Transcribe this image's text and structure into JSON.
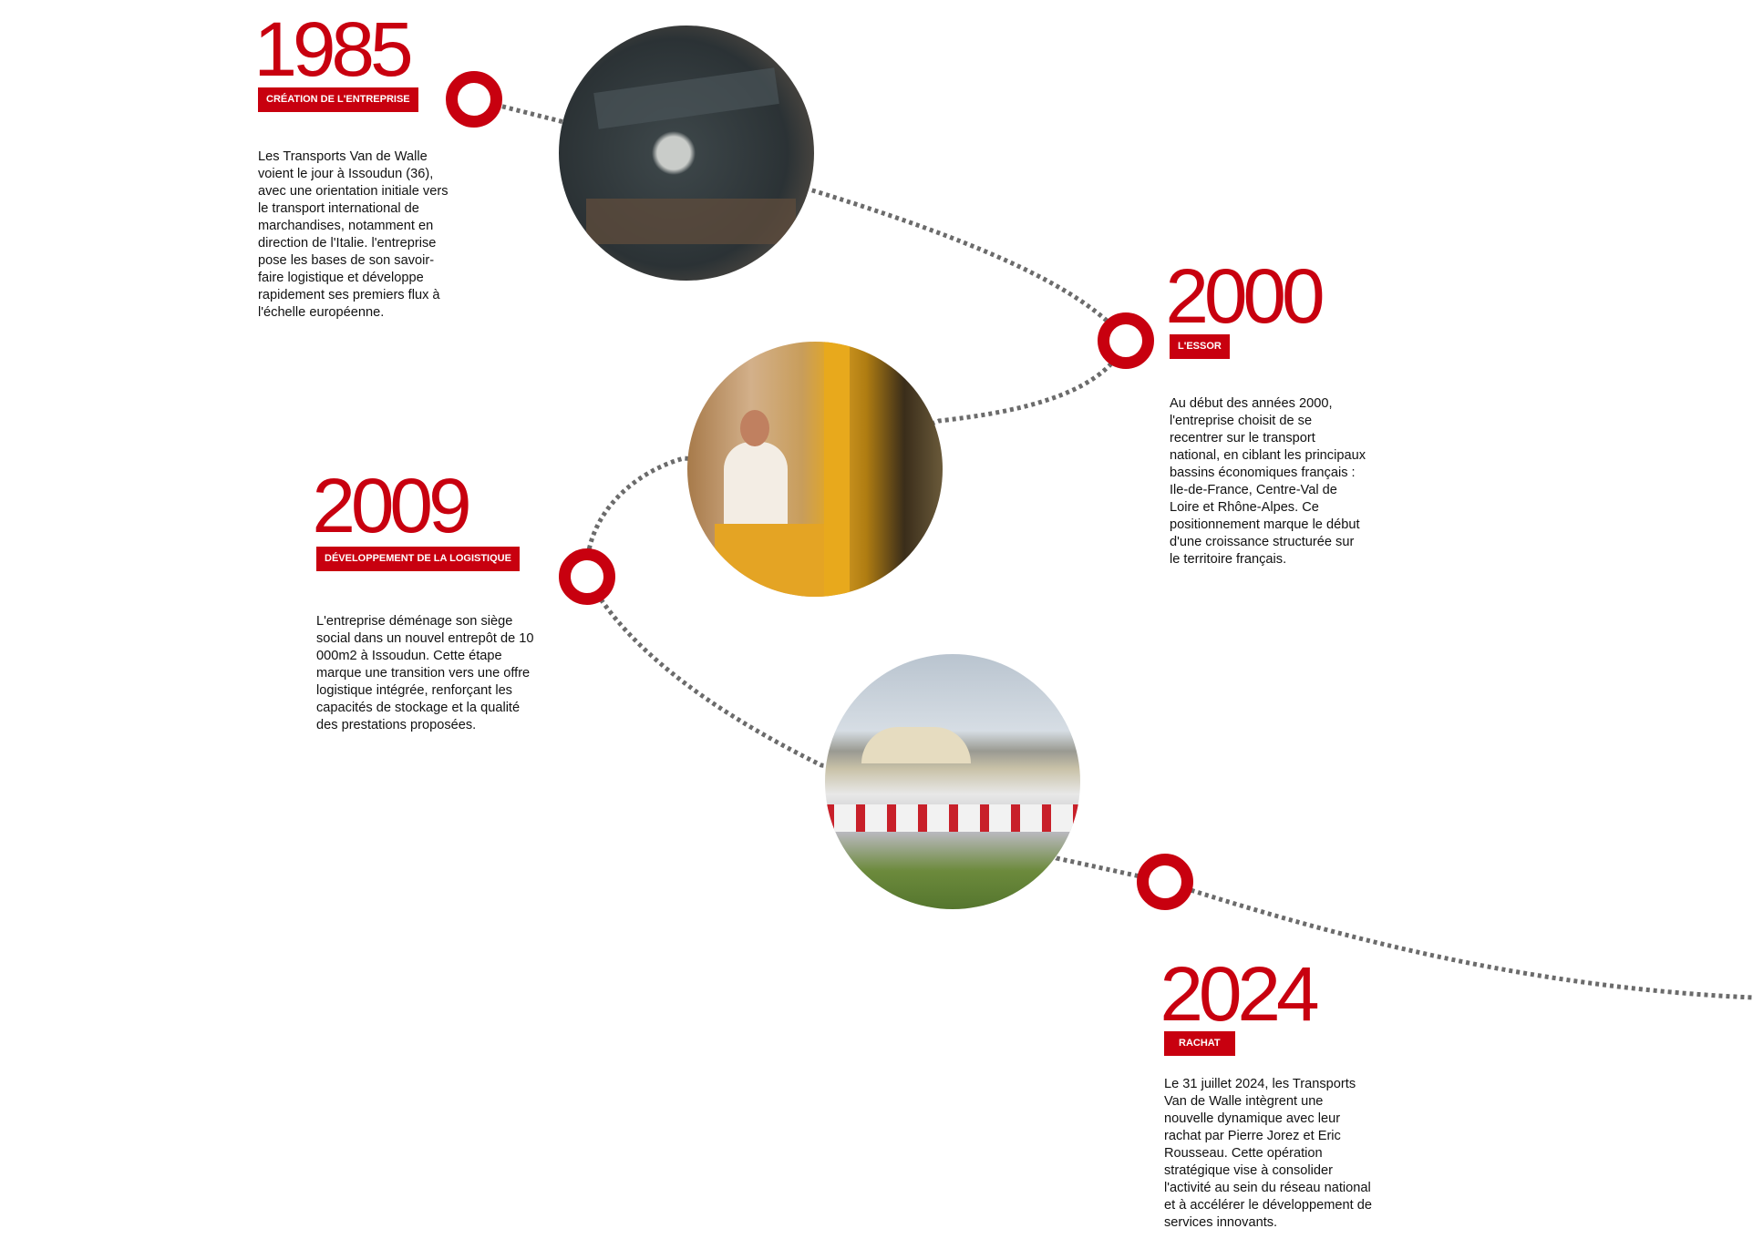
{
  "colors": {
    "accent": "#c8000f",
    "path": "#6b6b6b"
  },
  "timeline": [
    {
      "year": "1985",
      "label": "CRÉATION DE L'ENTREPRISE",
      "text": "Les Transports Van de Walle voient le jour à Issoudun (36), avec une orientation initiale vers le transport international de marchandises, notamment en direction de l'Italie. l'entreprise pose les bases de son savoir-faire logistique et développe rapidement ses premiers flux à l'échelle européenne."
    },
    {
      "year": "2000",
      "label": "L'ESSOR",
      "text": "Au début des années 2000, l'entreprise choisit de se recentrer sur le transport national, en ciblant les principaux bassins économiques français : Ile-de-France, Centre-Val de Loire et Rhône-Alpes. Ce positionnement marque le début d'une croissance structurée sur le territoire français."
    },
    {
      "year": "2009",
      "label": "DÉVELOPPEMENT DE LA LOGISTIQUE",
      "text": "L'entreprise déménage son siège social dans un nouvel entrepôt de 10 000m2 à Issoudun. Cette étape marque une transition vers une offre logistique intégrée, renforçant les capacités de stockage et la qualité des prestations proposées."
    },
    {
      "year": "2024",
      "label": "RACHAT",
      "text": "Le 31 juillet 2024, les Transports Van de Walle intègrent une nouvelle dynamique avec leur rachat par Pierre Jorez et Eric Rousseau. Cette opération stratégique vise à consolider l'activité au sein du réseau national et à accélérer le développement de services innovants."
    }
  ]
}
